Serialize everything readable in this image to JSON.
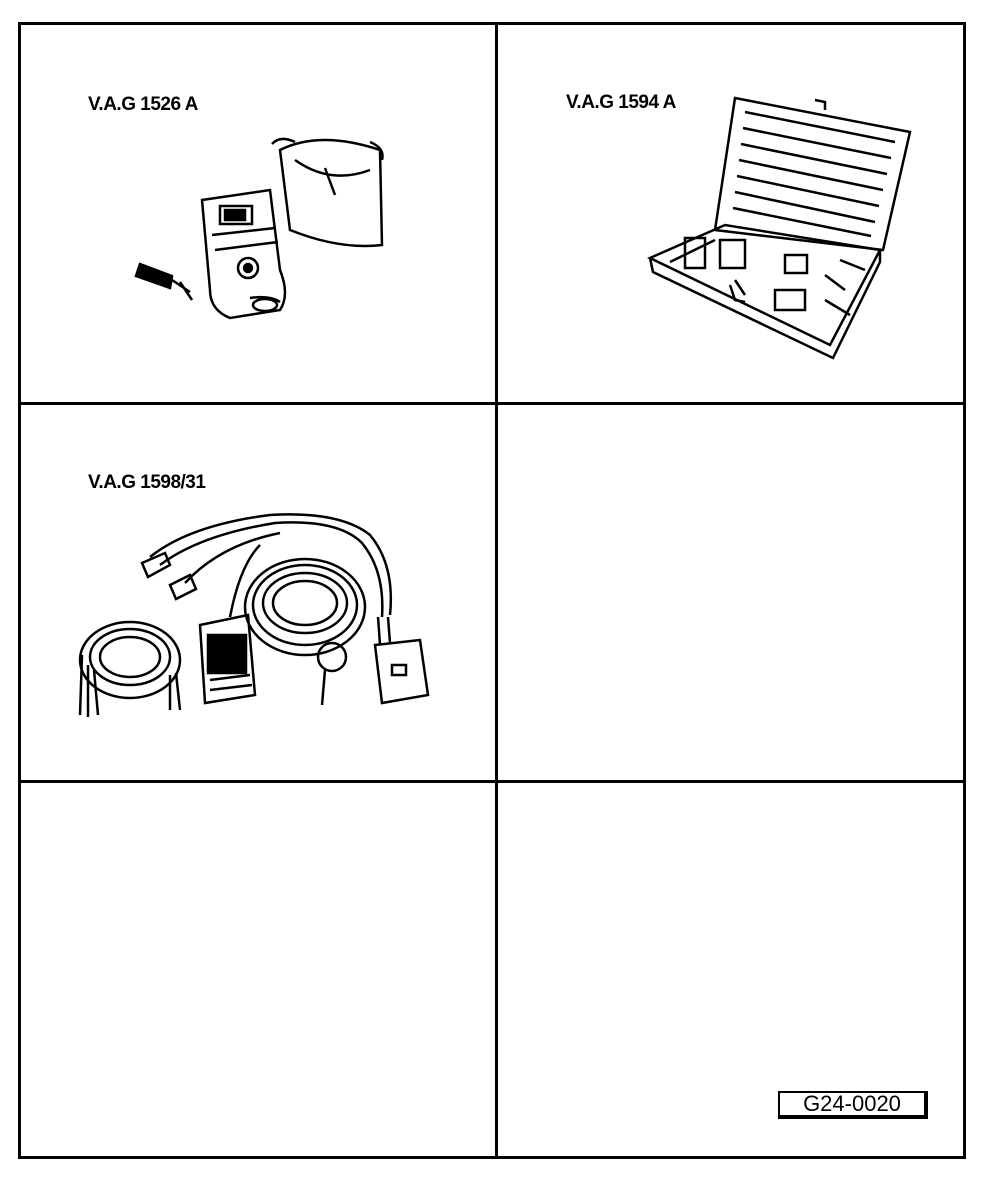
{
  "cells": [
    {
      "label": "V.A.G 1526 A",
      "icon": "multimeter-with-bag-icon"
    },
    {
      "label": "V.A.G 1594 A",
      "icon": "adapter-case-icon"
    },
    {
      "label": "V.A.G 1598/31",
      "icon": "test-box-cables-icon"
    },
    {
      "label": "",
      "icon": ""
    },
    {
      "label": "",
      "icon": ""
    },
    {
      "label": "",
      "icon": ""
    }
  ],
  "figure_code": "G24-0020"
}
